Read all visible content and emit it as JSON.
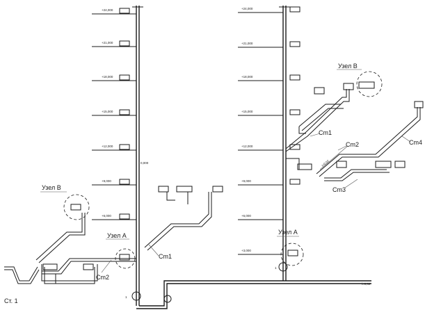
{
  "drawing": {
    "left_riser": {
      "levels": [
        "+24,000",
        "+21,000",
        "+18,000",
        "+15,000",
        "+12,000",
        "+9,000",
        "+6,000"
      ]
    },
    "right_riser": {
      "levels": [
        "+24,000",
        "+21,000",
        "+18,000",
        "+15,000",
        "+12,000",
        "+9,000",
        "+6,000",
        "+3,000"
      ]
    },
    "labels": {
      "uzel_b_left": "Узел B",
      "uzel_a_left": "Узел A",
      "uzel_b_right": "Узел B",
      "uzel_a_right": "Узел A",
      "cm1_left": "Cm1",
      "cm2_left": "Cm2",
      "cm1_right": "Cm1",
      "cm2_right": "Cm2",
      "cm3_right": "Cm3",
      "cm4_right": "Cm4",
      "figure_tag": "Ст. 1",
      "riser_num_1": "1",
      "riser_num_2": "1",
      "pipe_note": "i=0,02",
      "mark_left": "0,000"
    }
  }
}
